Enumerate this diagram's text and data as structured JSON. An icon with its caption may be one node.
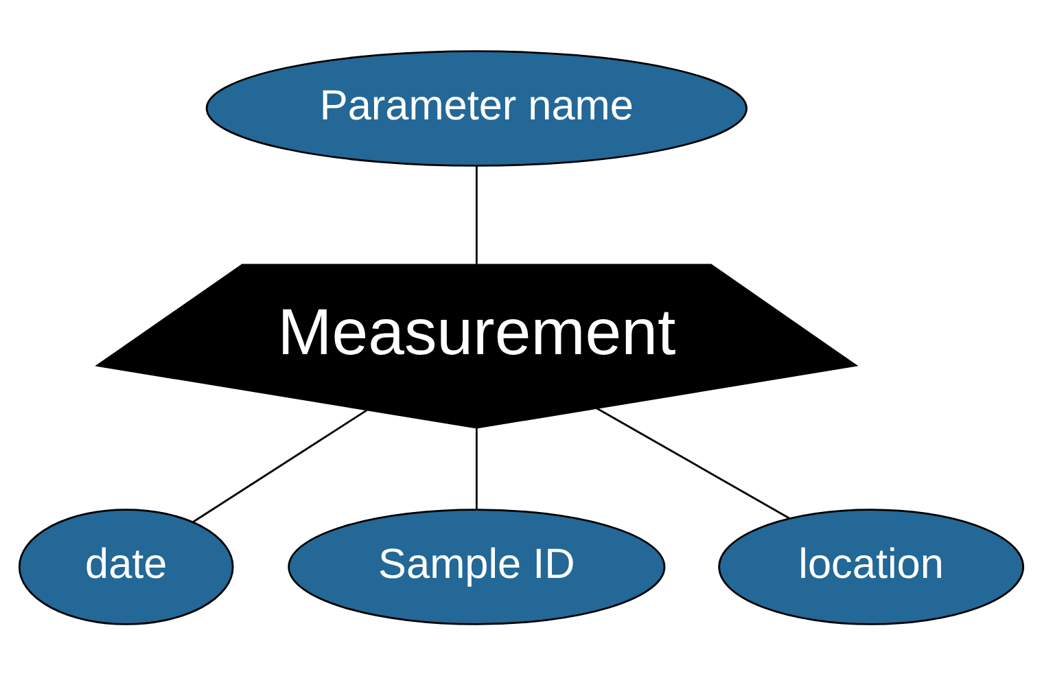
{
  "diagram": {
    "nodes": [
      {
        "text": [
          "Parameter name"
        ]
      },
      {
        "text": [
          "Measurement"
        ]
      },
      {
        "text": [
          "date"
        ]
      },
      {
        "text": [
          "Sample ID"
        ]
      },
      {
        "text": [
          "location"
        ]
      }
    ],
    "edges": [
      {
        "from": 0,
        "to": 1,
        "arrow": "none"
      },
      {
        "from": 1,
        "to": 2,
        "arrow": "none"
      },
      {
        "from": 1,
        "to": 3,
        "arrow": "none"
      },
      {
        "from": 1,
        "to": 4,
        "arrow": "none"
      }
    ]
  }
}
